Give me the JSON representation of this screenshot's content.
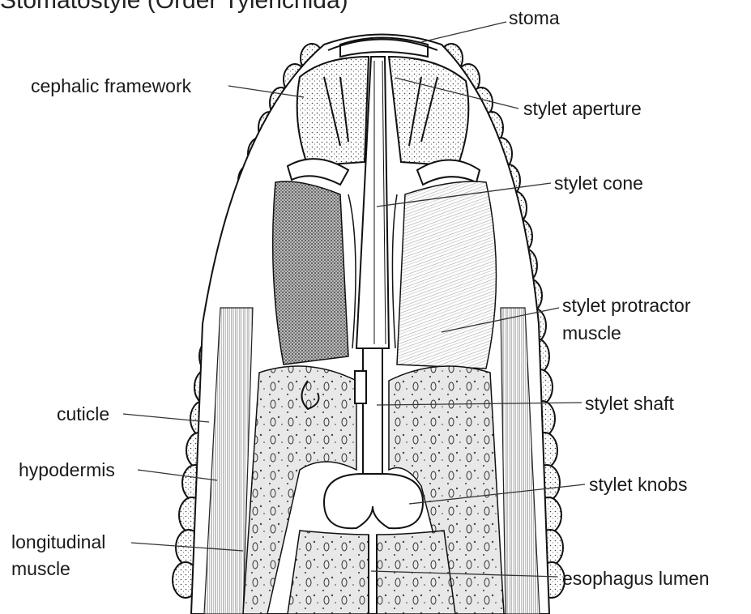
{
  "title": "Stomatostyle (Order Tylenchida)",
  "labels": {
    "stoma": "stoma",
    "cephalic_framework": "cephalic framework",
    "stylet_aperture": "stylet aperture",
    "stylet_cone": "stylet cone",
    "stylet_protractor_muscle_line1": "stylet protractor",
    "stylet_protractor_muscle_line2": "muscle",
    "stylet_shaft": "stylet shaft",
    "stylet_knobs": "stylet knobs",
    "cuticle": "cuticle",
    "hypodermis": "hypodermis",
    "longitudinal_muscle_line1": "longitudinal",
    "longitudinal_muscle_line2": "muscle",
    "esophagus_lumen": "esophagus lumen"
  }
}
